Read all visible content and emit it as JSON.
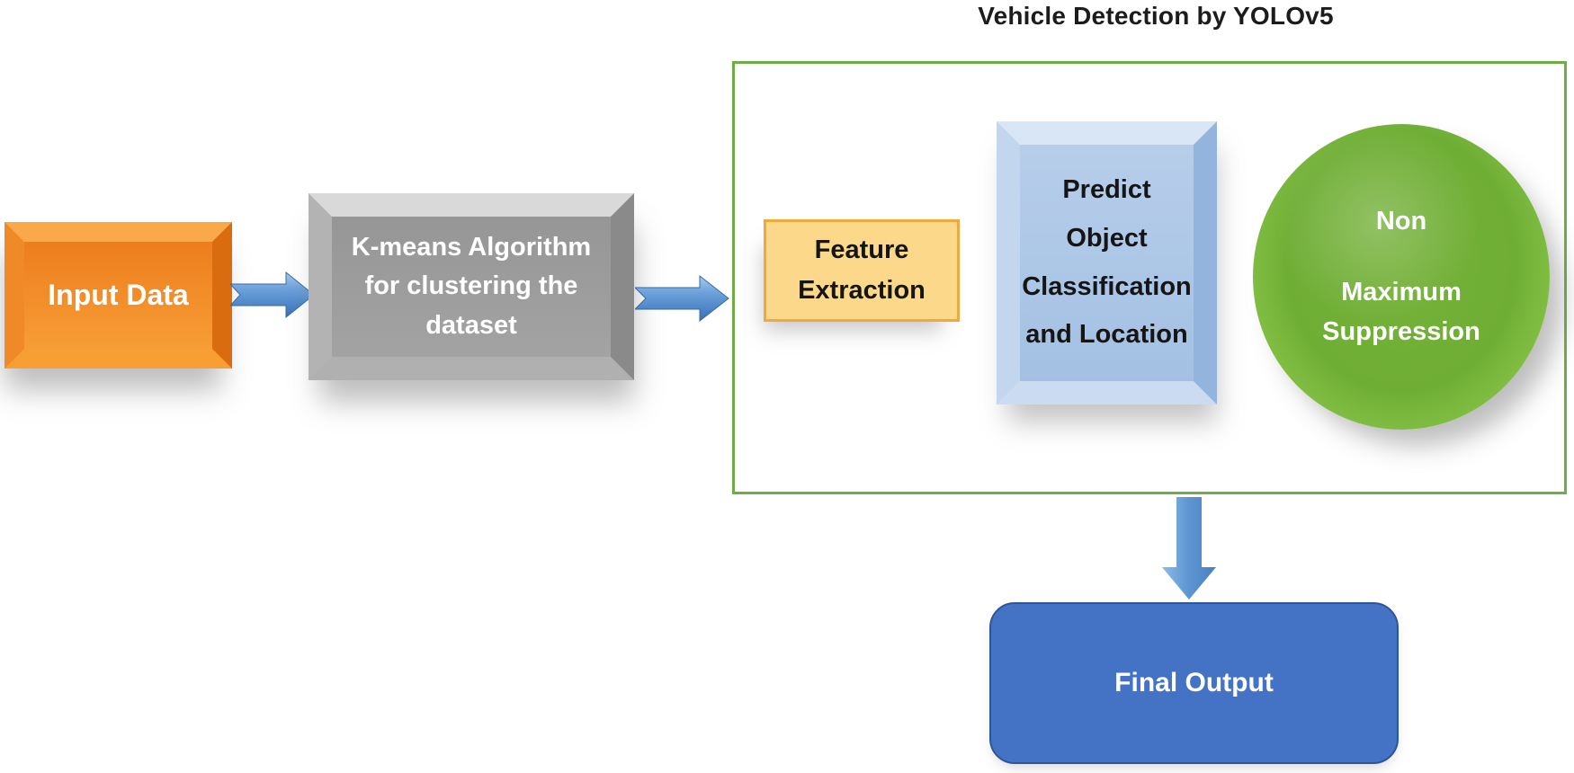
{
  "title": "Vehicle Detection by YOLOv5",
  "nodes": {
    "input_data": {
      "label": "Input Data"
    },
    "kmeans": {
      "lines": [
        "K-means Algorithm",
        "for clustering the",
        "dataset"
      ]
    },
    "feature_extraction": {
      "lines": [
        "Feature",
        "Extraction"
      ]
    },
    "predict": {
      "lines": [
        "Predict",
        "Object",
        "Classification",
        "and Location"
      ]
    },
    "nms": {
      "lines": [
        "Non",
        "Maximum",
        "Suppression"
      ]
    },
    "final_output": {
      "label": "Final Output"
    }
  },
  "icons": {
    "arrow_right_1": "right-arrow-icon",
    "arrow_right_2": "right-arrow-icon",
    "arrow_down": "down-arrow-icon"
  },
  "colors": {
    "container_border": "#6cae45",
    "input_orange": "#f08122",
    "kmeans_gray": "#9b9b9b",
    "yellow_fill": "#fbd88a",
    "yellow_border": "#efa93c",
    "predict_blue": "#a9c4e6",
    "nms_green": "#74b139",
    "final_fill": "#4472c4",
    "arrow_blue": "#5b9bd5",
    "title_color": "#1c1c1c"
  }
}
